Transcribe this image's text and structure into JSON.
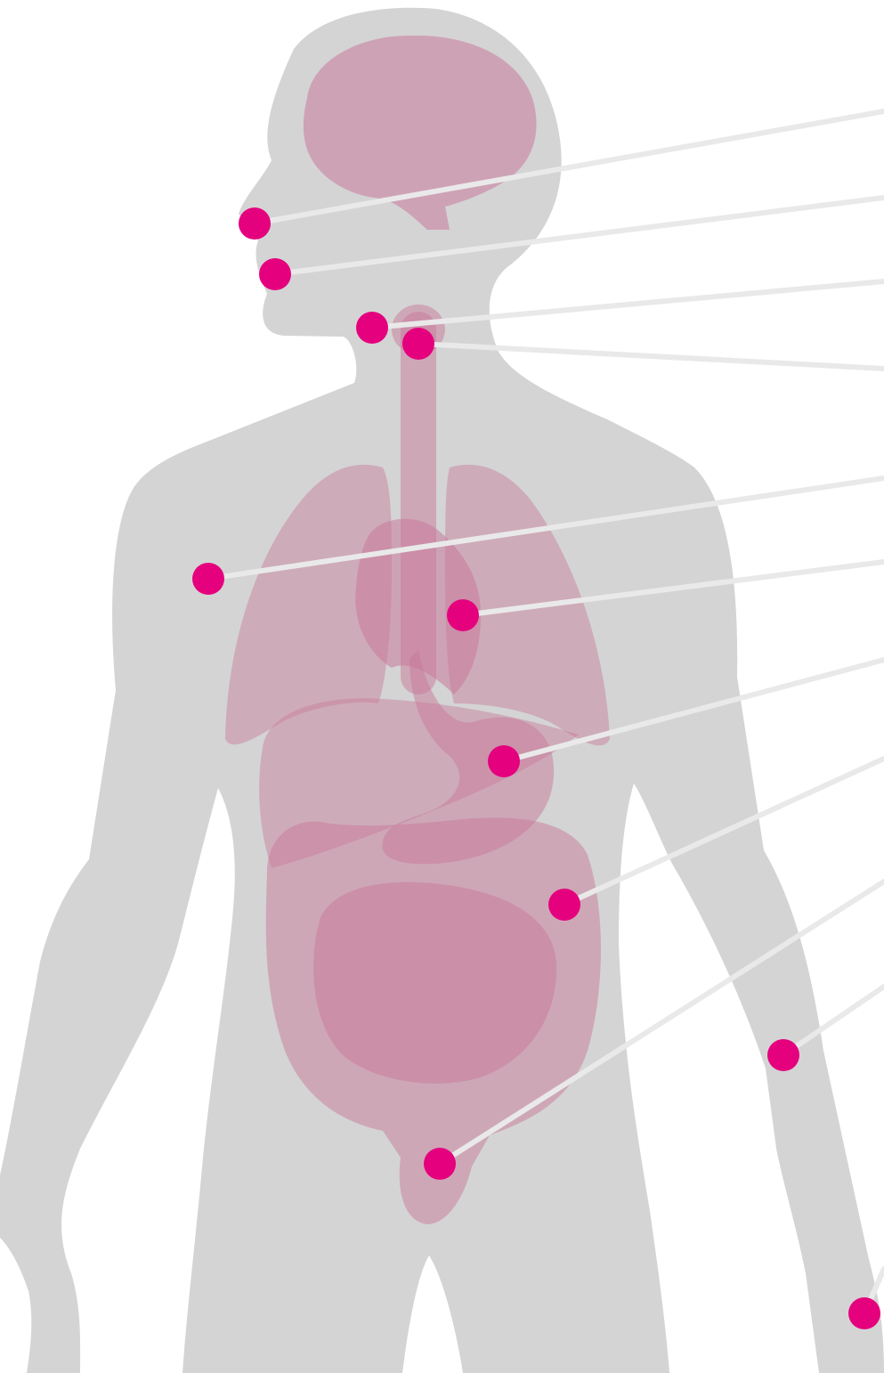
{
  "colors": {
    "body_silhouette": "#d4d4d4",
    "organs": "#c8799a",
    "marker": "#e5007e",
    "leader_line": "#e9e9e9",
    "background": "#ffffff"
  },
  "markers": [
    {
      "name": "marker-nose",
      "icon": "pink-dot"
    },
    {
      "name": "marker-mouth",
      "icon": "pink-dot"
    },
    {
      "name": "marker-throat",
      "icon": "pink-dot"
    },
    {
      "name": "marker-esophagus",
      "icon": "pink-dot"
    },
    {
      "name": "marker-shoulder",
      "icon": "pink-dot"
    },
    {
      "name": "marker-heart",
      "icon": "pink-dot"
    },
    {
      "name": "marker-stomach",
      "icon": "pink-dot"
    },
    {
      "name": "marker-colon",
      "icon": "pink-dot"
    },
    {
      "name": "marker-elbow",
      "icon": "pink-dot"
    },
    {
      "name": "marker-rectum",
      "icon": "pink-dot"
    },
    {
      "name": "marker-hand",
      "icon": "pink-dot"
    }
  ]
}
